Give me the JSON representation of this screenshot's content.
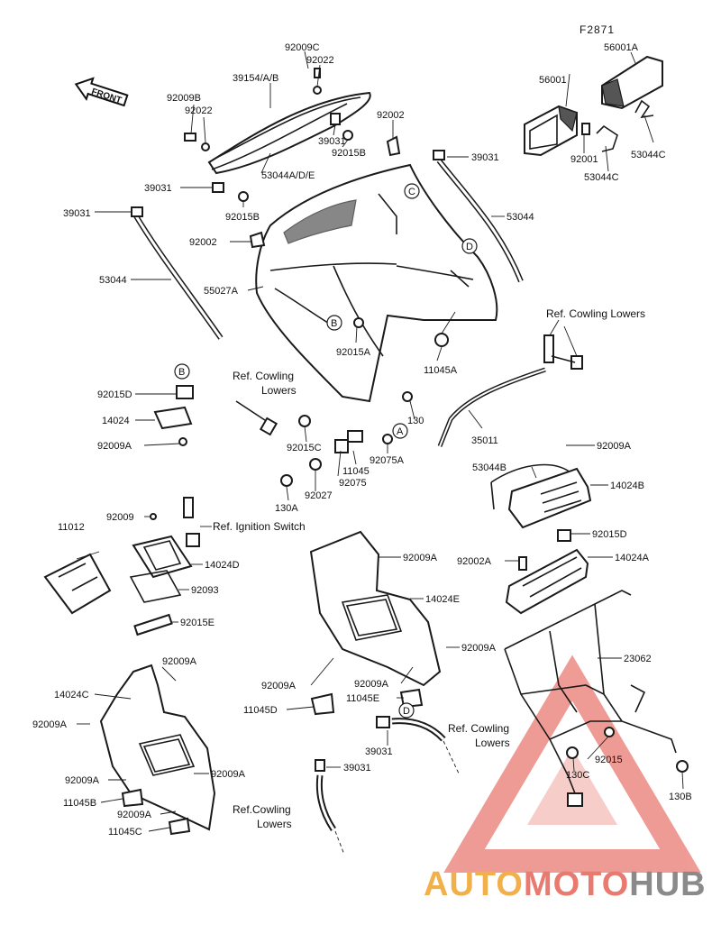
{
  "figure_code": "F2871",
  "front_arrow": "FRONT",
  "parts": [
    "92009C",
    "92022",
    "39154/A/B",
    "92009B",
    "92022",
    "39031",
    "92015B",
    "53044A/D/E",
    "92002",
    "56001",
    "56001A",
    "92001",
    "53044C",
    "53044C",
    "39031",
    "53044",
    "39031",
    "39031",
    "92015B",
    "53044",
    "92002",
    "55027A",
    "92015A",
    "11045A",
    "92015D",
    "14024",
    "92009A",
    "130",
    "92015C",
    "11045",
    "92075A",
    "92075",
    "130A",
    "92027",
    "35011",
    "92009A",
    "53044B",
    "14024B",
    "92015D",
    "92002A",
    "14024A",
    "11012",
    "92009",
    "14024D",
    "92093",
    "92015E",
    "92009A",
    "14024E",
    "92009A",
    "92009A",
    "92009A",
    "11045E",
    "11045D",
    "23062",
    "14024C",
    "92009A",
    "92009A",
    "92009A",
    "92009A",
    "11045B",
    "92009A",
    "11045C",
    "39031",
    "39031",
    "92015",
    "130C",
    "130B"
  ],
  "refs": [
    "Ref. Cowling\nLowers",
    "Ref. Cowling Lowers",
    "Ref. Ignition Switch",
    "Ref. Cowling\nLowers",
    "Ref.Cowling\nLowers"
  ],
  "markers": [
    "C",
    "D",
    "B",
    "A",
    "B",
    "D"
  ],
  "watermark": {
    "part1": "AUTO",
    "part2": "MOTO",
    "part3": "HUB",
    "color1": "#f2b04a",
    "color2": "#e87a6f",
    "color3": "#8a8a8a",
    "triangle": "#e14a3f"
  }
}
